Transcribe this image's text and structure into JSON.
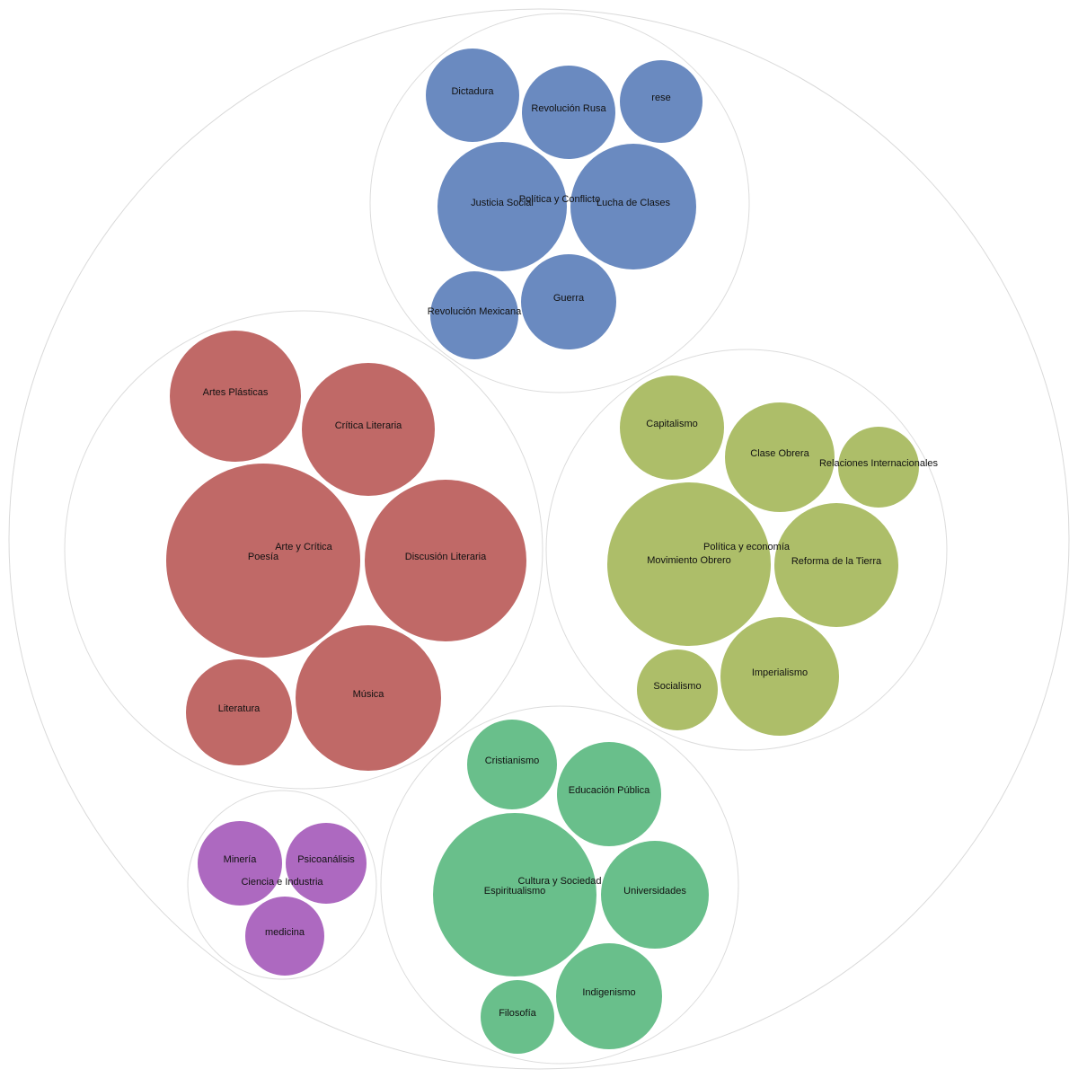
{
  "groups": [
    {
      "key": "politica_conflicto",
      "label": "Política y Conflicto",
      "color": "#6a8ac0",
      "items": [
        "Dictadura",
        "Revolución Rusa",
        "rese",
        "Justicia Social",
        "Lucha de Clases",
        "Revolución Mexicana",
        "Guerra"
      ]
    },
    {
      "key": "arte_critica",
      "label": "Arte y Crítica",
      "color": "#c06967",
      "items": [
        "Artes Plásticas",
        "Crítica Literaria",
        "Poesía",
        "Discusión Literaria",
        "Literatura",
        "Música"
      ]
    },
    {
      "key": "politica_economia",
      "label": "Política y economía",
      "color": "#adbe69",
      "items": [
        "Capitalismo",
        "Clase Obrera",
        "Relaciones Internacionales",
        "Movimiento Obrero",
        "Reforma de la Tierra",
        "Socialismo",
        "Imperialismo"
      ]
    },
    {
      "key": "cultura_sociedad",
      "label": "Cultura y Sociedad",
      "color": "#69bf8b",
      "items": [
        "Cristianismo",
        "Educación Pública",
        "Espiritualismo",
        "Universidades",
        "Indigenismo",
        "Filosofía"
      ]
    },
    {
      "key": "ciencia_industria",
      "label": "Ciencia e Industria",
      "color": "#ad69c0",
      "items": [
        "Minería",
        "Psicoanálisis",
        "medicina"
      ]
    }
  ]
}
